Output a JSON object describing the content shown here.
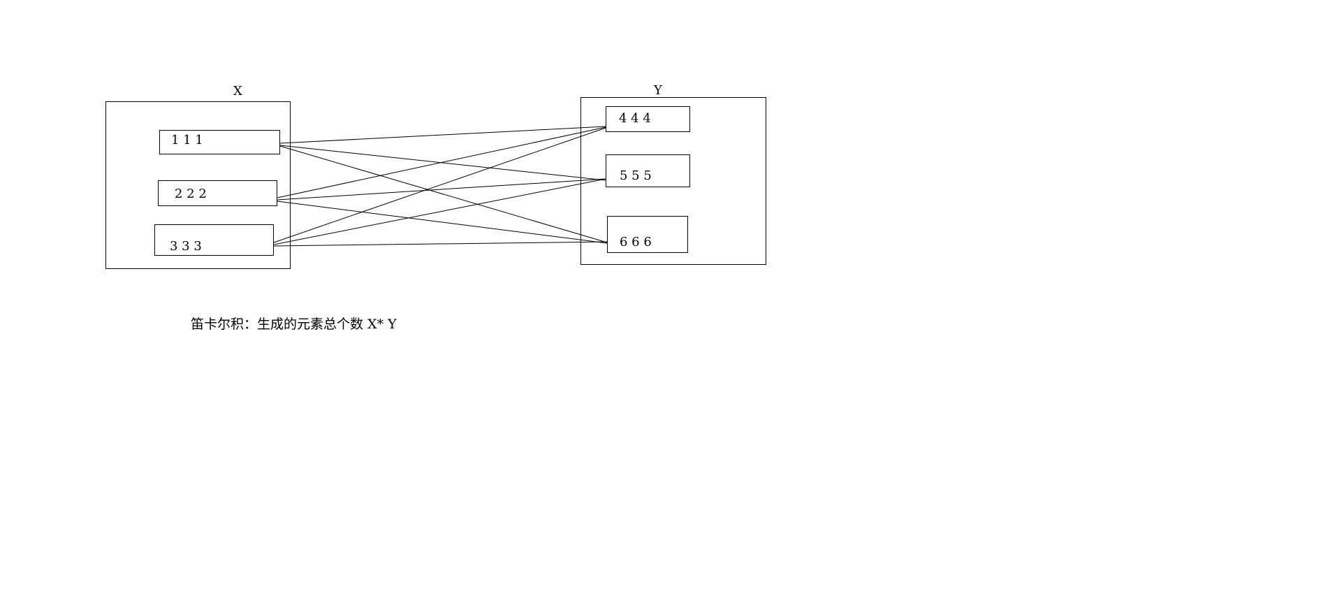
{
  "diagram": {
    "set_x": {
      "title": "X",
      "elements": [
        {
          "label": "1 1 1"
        },
        {
          "label": "2 2 2"
        },
        {
          "label": "3 3 3"
        }
      ]
    },
    "set_y": {
      "title": "Y",
      "elements": [
        {
          "label": "4 4 4"
        },
        {
          "label": "5 5 5"
        },
        {
          "label": "6 6 6"
        }
      ]
    },
    "connections": [
      {
        "from": "1 1 1",
        "to": "4 4 4"
      },
      {
        "from": "1 1 1",
        "to": "5 5 5"
      },
      {
        "from": "1 1 1",
        "to": "6 6 6"
      },
      {
        "from": "2 2 2",
        "to": "4 4 4"
      },
      {
        "from": "2 2 2",
        "to": "5 5 5"
      },
      {
        "from": "2 2 2",
        "to": "6 6 6"
      },
      {
        "from": "3 3 3",
        "to": "4 4 4"
      },
      {
        "from": "3 3 3",
        "to": "5 5 5"
      },
      {
        "from": "3 3 3",
        "to": "6 6 6"
      }
    ],
    "caption": "笛卡尔积：生成的元素总个数 X* Y"
  }
}
